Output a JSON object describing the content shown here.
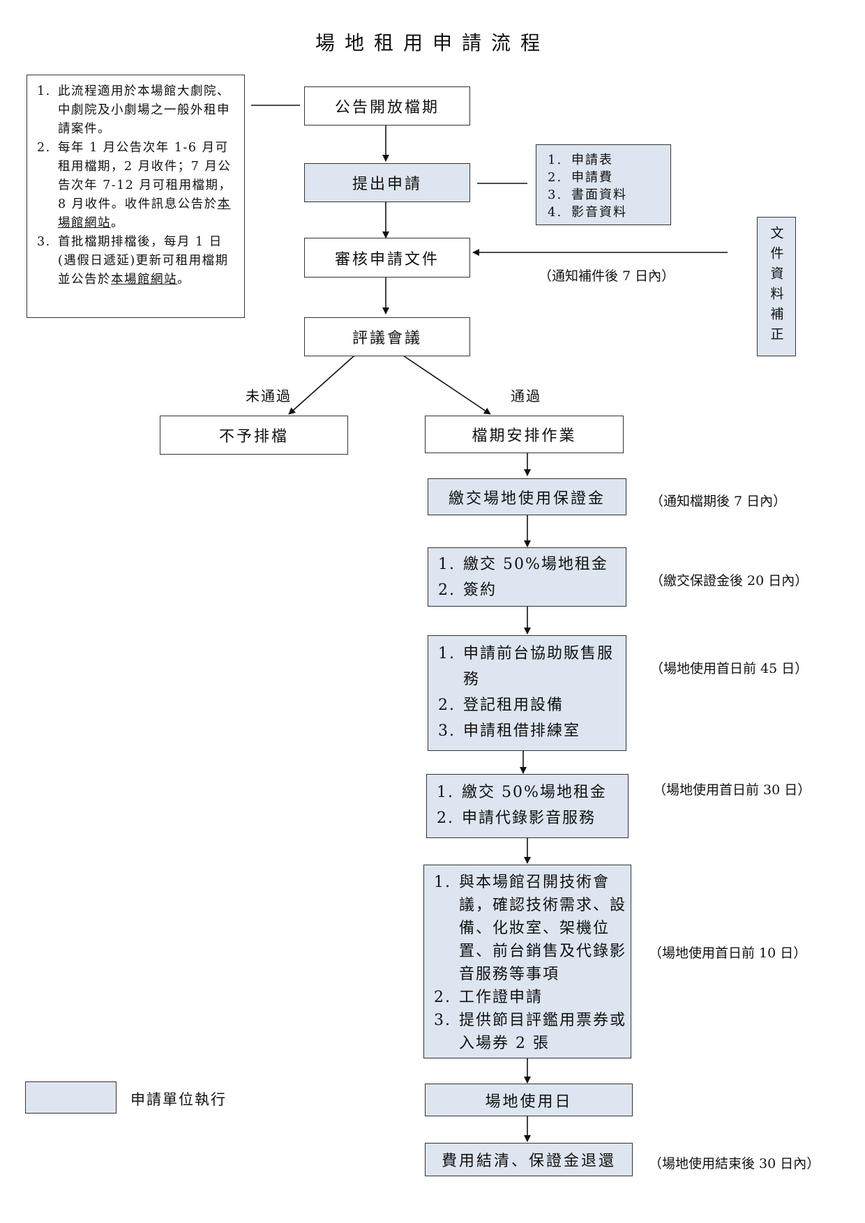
{
  "title": "場地租用申請流程",
  "notes_box": {
    "items": [
      {
        "num": "1.",
        "text": "此流程適用於本場館大劇院、中劇院及小劇場之一般外租申請案件。"
      },
      {
        "num": "2.",
        "text_a": "每年 1 月公告次年 1-6 月可租用檔期，2 月收件；7 月公告次年 7-12 月可租用檔期，8 月收件。收件訊息公告於",
        "link": "本場館網站",
        "text_b": "。"
      },
      {
        "num": "3.",
        "text_a": "首批檔期排檔後，每月 1 日(遇假日遞延)更新可租用檔期並公告於",
        "link": "本場館網站",
        "text_b": "。"
      }
    ]
  },
  "steps": {
    "announce": "公告開放檔期",
    "apply": "提出申請",
    "review": "審核申請文件",
    "meeting": "評議會議",
    "reject": "不予排檔",
    "schedule": "檔期安排作業",
    "deposit": "繳交場地使用保證金",
    "pay50_sign": [
      {
        "num": "1.",
        "text": "繳交 50%場地租金"
      },
      {
        "num": "2.",
        "text": "簽約"
      }
    ],
    "frontdesk": [
      {
        "num": "1.",
        "text": "申請前台協助販售服務"
      },
      {
        "num": "2.",
        "text": "登記租用設備"
      },
      {
        "num": "3.",
        "text": "申請租借排練室"
      }
    ],
    "pay50_record": [
      {
        "num": "1.",
        "text": "繳交 50%場地租金"
      },
      {
        "num": "2.",
        "text": "申請代錄影音服務"
      }
    ],
    "technical": [
      {
        "num": "1.",
        "text": "與本場館召開技術會議，確認技術需求、設備、化妝室、架機位置、前台銷售及代錄影音服務等事項"
      },
      {
        "num": "2.",
        "text": "工作證申請"
      },
      {
        "num": "3.",
        "text": "提供節目評鑑用票券或入場券 2 張"
      }
    ],
    "useday": "場地使用日",
    "settle": "費用結清、保證金退還"
  },
  "apply_docs": [
    {
      "num": "1.",
      "text": "申請表"
    },
    {
      "num": "2.",
      "text": "申請費"
    },
    {
      "num": "3.",
      "text": "書面資料"
    },
    {
      "num": "4.",
      "text": "影音資料"
    }
  ],
  "doc_correction": "文件資料補正",
  "labels": {
    "notify_supplement": "（通知補件後 7 日內）",
    "not_passed": "未通過",
    "passed": "通過",
    "deposit_deadline": "（通知檔期後 7 日內）",
    "pay50_deadline": "（繳交保證金後 20 日內）",
    "frontdesk_deadline": "（場地使用首日前 45 日）",
    "record_deadline": "（場地使用首日前 30 日）",
    "technical_deadline": "（場地使用首日前 10 日）",
    "settle_deadline": "（場地使用結束後 30 日內）"
  },
  "legend": {
    "label": "申請單位執行",
    "color": "#dde5f0"
  }
}
